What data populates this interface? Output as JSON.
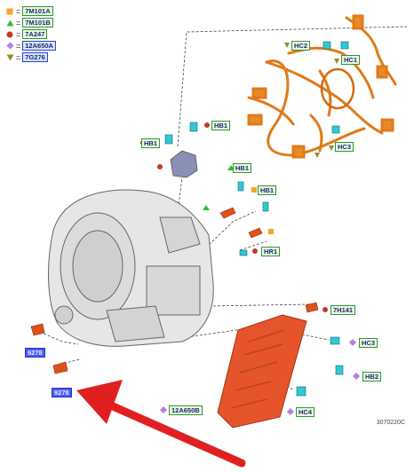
{
  "legend": [
    {
      "code": "7M101A",
      "icon": "orange-square-icon",
      "color": "#f5a623"
    },
    {
      "code": "7M101B",
      "icon": "green-triangle-icon",
      "color": "#2fbf3a"
    },
    {
      "code": "7A247",
      "icon": "red-dot-icon",
      "color": "#c0392b"
    },
    {
      "code": "12A650A",
      "icon": "purple-diamond-icon",
      "color": "#b57edc"
    },
    {
      "code": "7G276",
      "icon": "olive-triangle-down-icon",
      "color": "#9a8a2a"
    }
  ],
  "labels": {
    "hc2": "HC2",
    "hc1": "HC1",
    "hc3_top": "HC3",
    "hb1_top": "HB1",
    "hb1_left": "HB1",
    "hb1_mid": "HB1",
    "hb1_right": "HB1",
    "hr1": "HR1",
    "h7h141": "7H141",
    "hc3_low": "HC3",
    "hb2": "HB2",
    "hc4": "HC4",
    "a12a650b": "12A650B",
    "s9278a": "9278",
    "s9278b": "9278"
  },
  "figure_id": "3070220C"
}
